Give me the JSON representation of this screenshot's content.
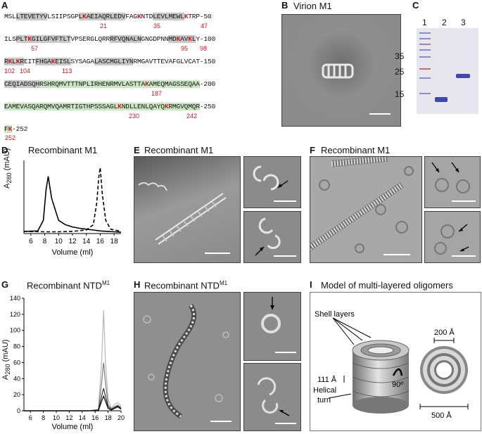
{
  "panels": {
    "A": {
      "label": "A"
    },
    "B": {
      "label": "B",
      "title": "Virion M1"
    },
    "C": {
      "label": "C",
      "lanes": [
        "1",
        "2",
        "3"
      ],
      "markers": [
        "35",
        "25",
        "15"
      ]
    },
    "D": {
      "label": "D",
      "title": "Recombinant M1"
    },
    "E": {
      "label": "E",
      "title": "Recombinant M1"
    },
    "F": {
      "label": "F",
      "title": "Recombinant M1"
    },
    "G": {
      "label": "G",
      "title": "Recombinant NTD",
      "title_sup": "M1"
    },
    "H": {
      "label": "H",
      "title": "Recombinant NTD",
      "title_sup": "M1"
    },
    "I": {
      "label": "I",
      "title": "Model of multi-layered oligomers",
      "shell_layers": "Shell layers",
      "pitch": "111 Å",
      "helical": "Helical",
      "turn": "turn",
      "rotation": "90º",
      "inner": "200 Å",
      "outer": "500 Å"
    }
  },
  "sequence": {
    "lines": [
      {
        "text": "MSLLTEVETYVLSIIPSGPLKAEIAQRLEDVFAGKNTDLEVLMEWLKTRP-50"
      },
      {
        "text": "ILSPLTKGILGFVFTLTVPSERGLQRRRFVQNALNGNGDPNNMDKAVKLY-100"
      },
      {
        "text": "RKLKREITFHGAKEISLSYSAGALASCMGLIYNRMGAVTTEVAFGLVCAT-150"
      },
      {
        "text": "CEQIADSQHRSHRQMVTTTNPLIRHENRMVLASTTAKAMEQMAGSSEQAA-200"
      },
      {
        "text": "EAMEVASQARQMVQAMRTIGTHPSSSAGLKNDLLENLQAYQKRMGVQMQR-250"
      },
      {
        "text": "FK-252"
      }
    ],
    "lysines": [
      "21",
      "35",
      "47",
      "57",
      "95",
      "98",
      "102",
      "104",
      "113",
      "187",
      "230",
      "242",
      "252"
    ]
  },
  "chart_data": [
    {
      "type": "line",
      "xlabel": "Volume (ml)",
      "ylabel": "A280 (mAU)",
      "xticks": [
        "6",
        "8",
        "10",
        "12",
        "14",
        "16",
        "18"
      ],
      "xlim": [
        5,
        19
      ],
      "series": [
        {
          "style": "solid",
          "x": [
            5,
            7,
            7.8,
            8.2,
            8.5,
            9,
            10,
            11,
            12,
            13,
            14,
            15,
            16,
            17,
            18,
            19
          ],
          "y": [
            0.5,
            0.6,
            3,
            10,
            13,
            8,
            3,
            2,
            1.5,
            1.2,
            1,
            0.8,
            0.6,
            0.5,
            0.4,
            0.3
          ]
        },
        {
          "style": "dashed",
          "x": [
            5,
            8,
            10,
            12,
            14,
            15,
            15.5,
            15.8,
            16,
            16.3,
            16.8,
            17.5,
            19
          ],
          "y": [
            0.5,
            0.4,
            0.4,
            0.5,
            0.8,
            2,
            7,
            13,
            15,
            9,
            3,
            1,
            0.5
          ]
        }
      ]
    },
    {
      "type": "line",
      "xlabel": "Volume (ml)",
      "ylabel": "A280 (mAU)",
      "xticks": [
        "6",
        "8",
        "10",
        "12",
        "14",
        "16",
        "18",
        "20"
      ],
      "xlim": [
        5,
        20
      ],
      "ylim": [
        0,
        140
      ],
      "yticks": [
        "0",
        "20",
        "40",
        "60",
        "80",
        "100",
        "120",
        "140"
      ],
      "series": [
        {
          "x": [
            5,
            10,
            15,
            16.5,
            17,
            17.3,
            17.6,
            18,
            18.5,
            19,
            19.5,
            20
          ],
          "y": [
            0,
            0,
            0,
            2,
            60,
            125,
            60,
            15,
            3,
            8,
            10,
            6
          ],
          "color": "#b8b8b8"
        },
        {
          "x": [
            5,
            10,
            15,
            16.5,
            17,
            17.3,
            17.6,
            18,
            18.5,
            19,
            19.5,
            20
          ],
          "y": [
            0,
            0,
            0,
            1,
            35,
            60,
            35,
            8,
            2,
            5,
            7,
            4
          ],
          "color": "#7d7d7d"
        },
        {
          "x": [
            5,
            10,
            15,
            16.5,
            17,
            17.3,
            17.6,
            18,
            18.5,
            19,
            19.5,
            20
          ],
          "y": [
            0,
            0,
            0,
            1,
            18,
            28,
            18,
            5,
            2,
            4,
            6,
            3
          ],
          "color": "#333333"
        },
        {
          "x": [
            5,
            10,
            15,
            16.5,
            17,
            17.3,
            17.6,
            18,
            18.5,
            19,
            19.5,
            20
          ],
          "y": [
            0,
            0,
            0,
            0,
            12,
            18,
            12,
            3,
            1,
            3,
            5,
            2
          ],
          "color": "#000000"
        }
      ]
    }
  ]
}
